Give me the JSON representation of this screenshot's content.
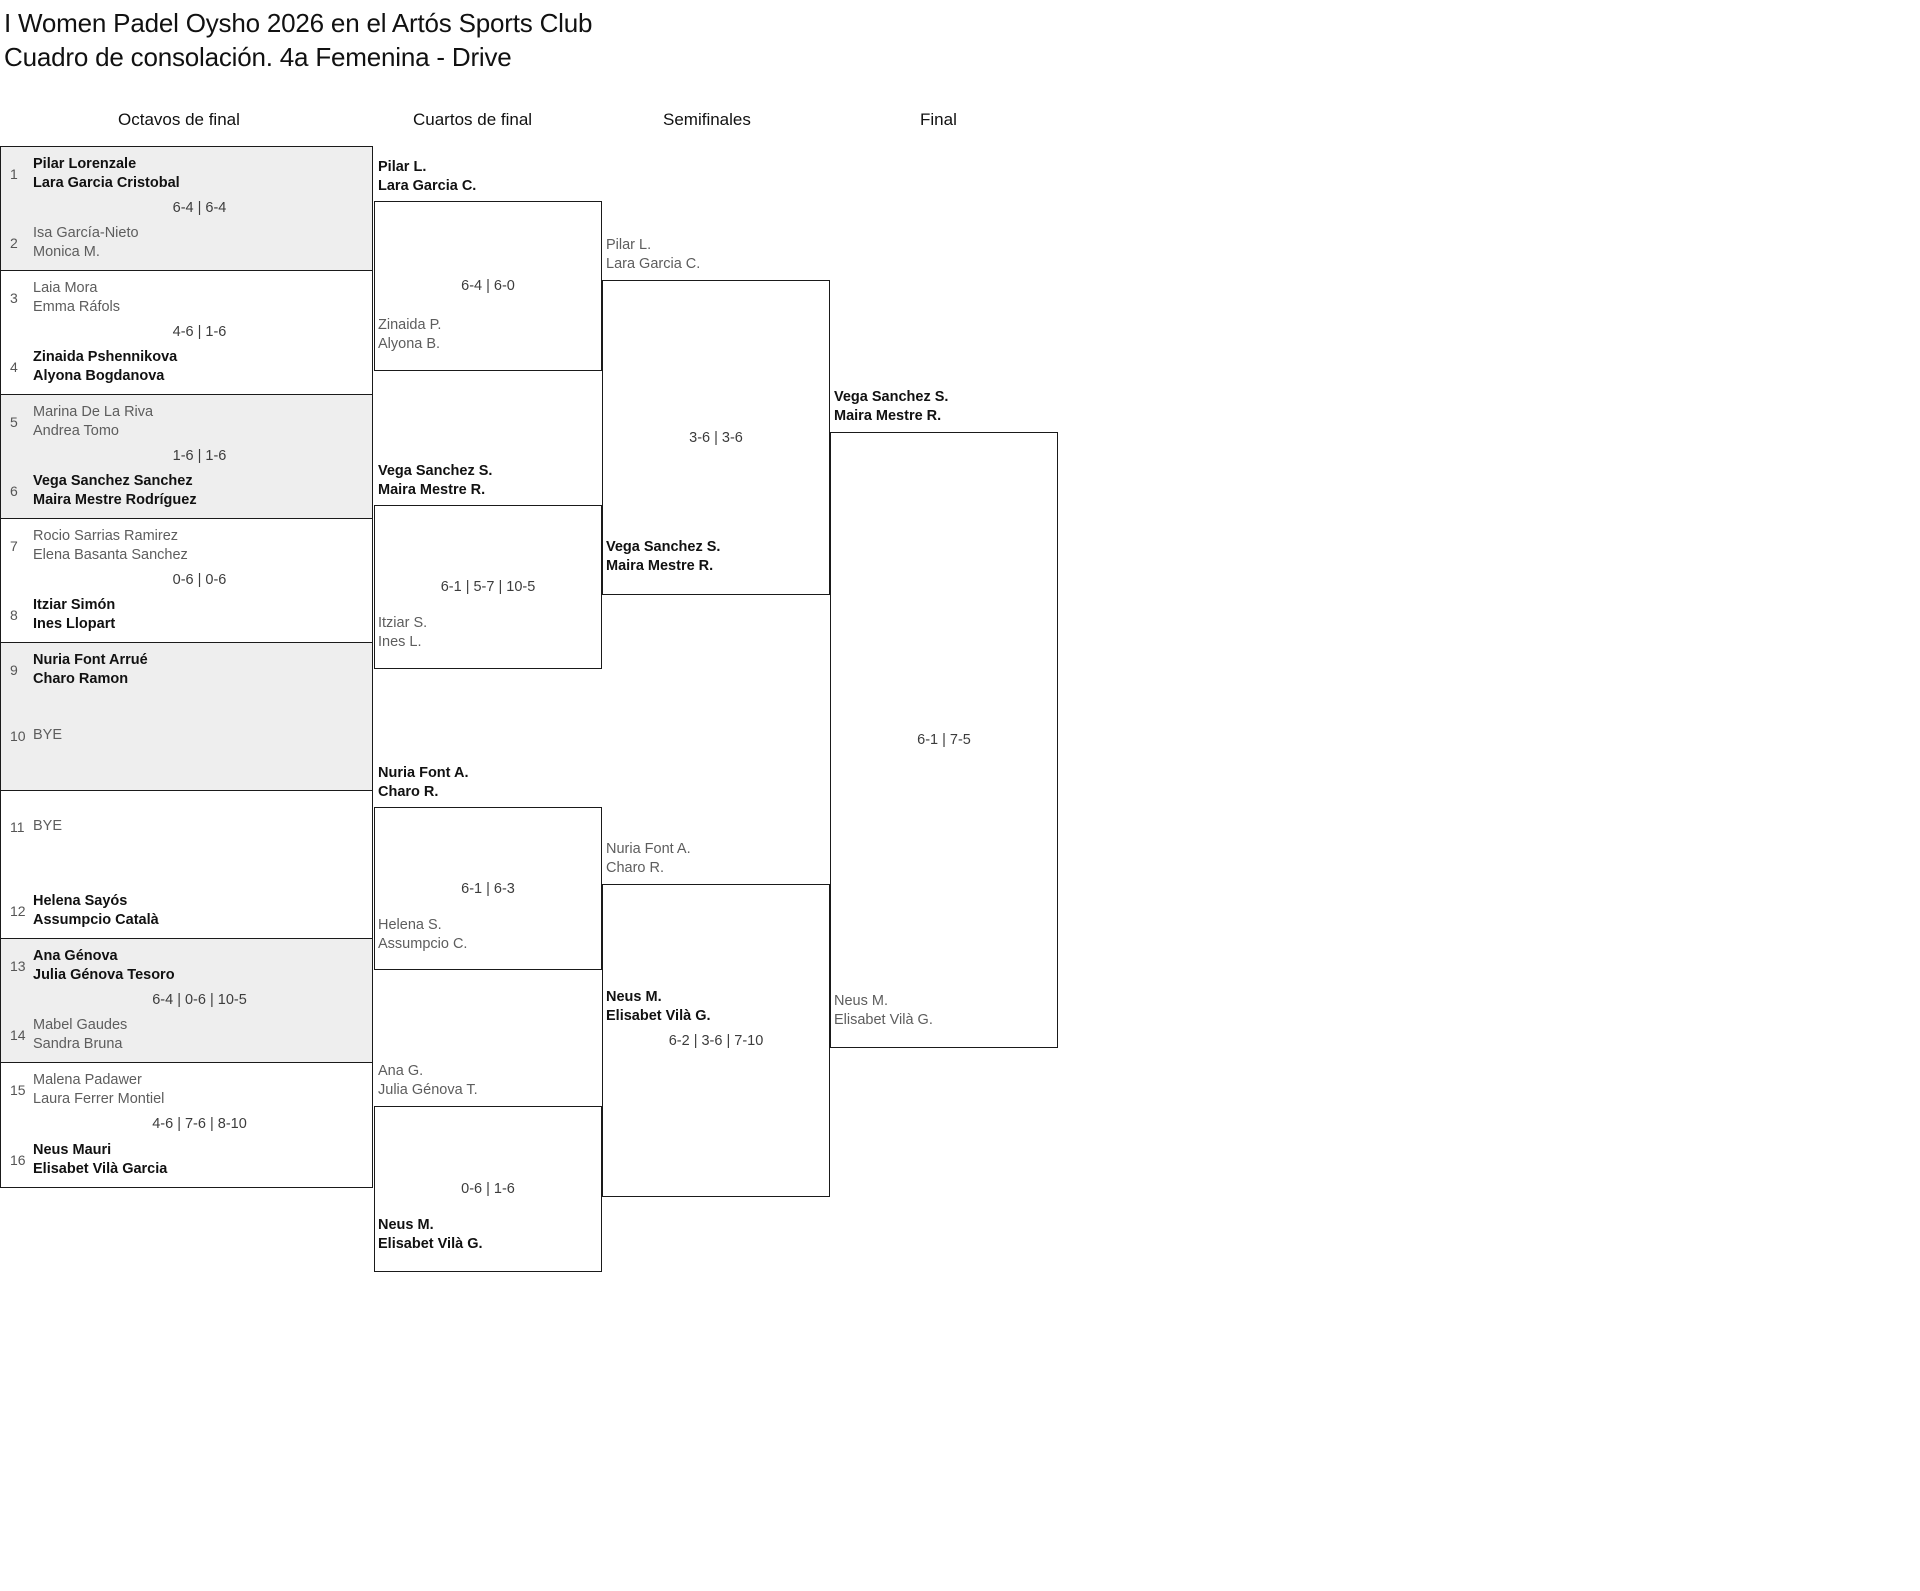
{
  "title": {
    "line1": "I Women Padel Oysho 2026 en el Artós Sports Club",
    "line2": "Cuadro de consolación. 4a Femenina - Drive"
  },
  "round_headers": {
    "r1": "Octavos de final",
    "r2": "Cuartos de final",
    "r3": "Semifinales",
    "r4": "Final"
  },
  "labels": {
    "bye": "BYE"
  },
  "bracket": {
    "round1": [
      {
        "score": "6-4 | 6-4",
        "top": {
          "seed": "1",
          "p1": "Pilar Lorenzale",
          "p2": "Lara Garcia Cristobal",
          "result": "winner"
        },
        "bottom": {
          "seed": "2",
          "p1": "Isa García-Nieto",
          "p2": "Monica M.",
          "result": "loser"
        }
      },
      {
        "score": "4-6 | 1-6",
        "top": {
          "seed": "3",
          "p1": "Laia Mora",
          "p2": "Emma Ráfols",
          "result": "loser"
        },
        "bottom": {
          "seed": "4",
          "p1": "Zinaida Pshennikova",
          "p2": "Alyona Bogdanova",
          "result": "winner"
        }
      },
      {
        "score": "1-6 | 1-6",
        "top": {
          "seed": "5",
          "p1": "Marina De La Riva",
          "p2": "Andrea Tomo",
          "result": "loser"
        },
        "bottom": {
          "seed": "6",
          "p1": "Vega Sanchez Sanchez",
          "p2": "Maira Mestre Rodríguez",
          "result": "winner"
        }
      },
      {
        "score": "0-6 | 0-6",
        "top": {
          "seed": "7",
          "p1": "Rocio Sarrias Ramirez",
          "p2": "Elena Basanta Sanchez",
          "result": "loser"
        },
        "bottom": {
          "seed": "8",
          "p1": "Itziar Simón",
          "p2": "Ines Llopart",
          "result": "winner"
        }
      },
      {
        "score": "",
        "top": {
          "seed": "9",
          "p1": "Nuria Font Arrué",
          "p2": "Charo Ramon",
          "result": "winner"
        },
        "bottom": {
          "seed": "10",
          "p1": "BYE",
          "p2": "",
          "result": "bye"
        }
      },
      {
        "score": "",
        "top": {
          "seed": "11",
          "p1": "BYE",
          "p2": "",
          "result": "bye"
        },
        "bottom": {
          "seed": "12",
          "p1": "Helena Sayós",
          "p2": "Assumpcio Català",
          "result": "winner"
        }
      },
      {
        "score": "6-4 | 0-6 | 10-5",
        "top": {
          "seed": "13",
          "p1": "Ana Génova",
          "p2": "Julia Génova Tesoro",
          "result": "winner"
        },
        "bottom": {
          "seed": "14",
          "p1": "Mabel Gaudes",
          "p2": "Sandra Bruna",
          "result": "loser"
        }
      },
      {
        "score": "4-6 | 7-6 | 8-10",
        "top": {
          "seed": "15",
          "p1": "Malena Padawer",
          "p2": "Laura Ferrer Montiel",
          "result": "loser"
        },
        "bottom": {
          "seed": "16",
          "p1": "Neus Mauri",
          "p2": "Elisabet Vilà Garcia",
          "result": "winner"
        }
      }
    ],
    "round2": [
      {
        "score": "6-4 | 6-0",
        "top": {
          "p1": "Pilar L.",
          "p2": "Lara Garcia C.",
          "result": "winner"
        },
        "bottom": {
          "p1": "Zinaida P.",
          "p2": "Alyona B.",
          "result": "loser"
        }
      },
      {
        "score": "6-1 | 5-7 | 10-5",
        "top": {
          "p1": "Vega Sanchez S.",
          "p2": "Maira Mestre R.",
          "result": "winner"
        },
        "bottom": {
          "p1": "Itziar S.",
          "p2": "Ines L.",
          "result": "loser"
        }
      },
      {
        "score": "6-1 | 6-3",
        "top": {
          "p1": "Nuria Font A.",
          "p2": "Charo R.",
          "result": "winner"
        },
        "bottom": {
          "p1": "Helena S.",
          "p2": "Assumpcio C.",
          "result": "loser"
        }
      },
      {
        "score": "0-6 | 1-6",
        "top": {
          "p1": "Ana G.",
          "p2": "Julia Génova T.",
          "result": "loser"
        },
        "bottom": {
          "p1": "Neus M.",
          "p2": "Elisabet Vilà G.",
          "result": "winner"
        }
      }
    ],
    "round3": [
      {
        "score": "3-6 | 3-6",
        "top": {
          "p1": "Pilar L.",
          "p2": "Lara Garcia C.",
          "result": "loser"
        },
        "bottom": {
          "p1": "Vega Sanchez S.",
          "p2": "Maira Mestre R.",
          "result": "winner"
        }
      },
      {
        "score": "6-2 | 3-6 | 7-10",
        "top": {
          "p1": "Nuria Font A.",
          "p2": "Charo R.",
          "result": "loser"
        },
        "bottom": {
          "p1": "Neus M.",
          "p2": "Elisabet Vilà G.",
          "result": "winner"
        }
      }
    ],
    "round4": [
      {
        "score": "6-1 | 7-5",
        "top": {
          "p1": "Vega Sanchez S.",
          "p2": "Maira Mestre R.",
          "result": "winner"
        },
        "bottom": {
          "p1": "Neus M.",
          "p2": "Elisabet Vilà G.",
          "result": "loser"
        }
      }
    ]
  }
}
